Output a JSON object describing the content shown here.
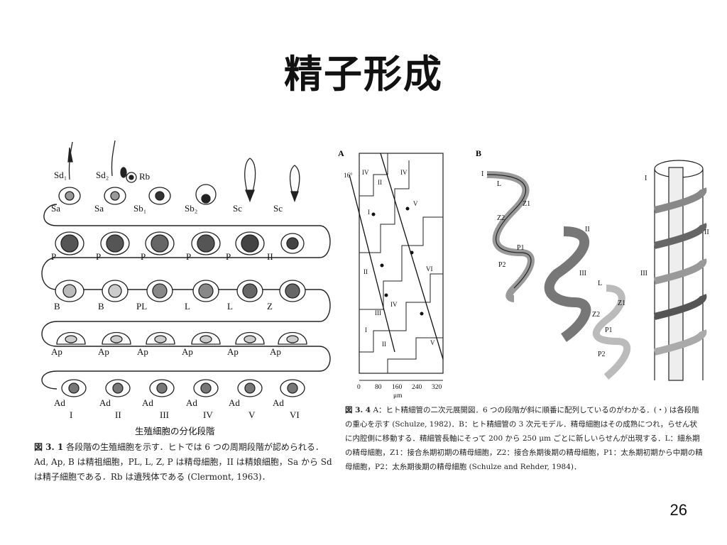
{
  "slide": {
    "title": "精子形成",
    "page_number": "26"
  },
  "fig1": {
    "row1_top": [
      "Sd₁",
      "Sd₂",
      "Rb"
    ],
    "row1": [
      "Sa",
      "Sa",
      "Sb₁",
      "Sb₂",
      "Sc",
      "Sc"
    ],
    "row2": [
      "P",
      "P",
      "P",
      "P",
      "P",
      "II"
    ],
    "row3": [
      "B",
      "B",
      "PL",
      "L",
      "L",
      "Z"
    ],
    "row4": [
      "Ap",
      "Ap",
      "Ap",
      "Ap",
      "Ap",
      "Ap"
    ],
    "row5": [
      "Ad",
      "Ad",
      "Ad",
      "Ad",
      "Ad",
      "Ad"
    ],
    "stages": [
      "I",
      "II",
      "III",
      "IV",
      "V",
      "VI"
    ],
    "subtitle": "生殖細胞の分化段階",
    "caption_label": "図 3. 1",
    "caption": "各段階の生殖細胞を示す．ヒトでは 6 つの周期段階が認められる．Ad, Ap, B は精祖細胞，PL, L, Z, P は精母細胞，II は精娘細胞，Sa から Sd は精子細胞である．Rb は遺残体である (Clermont, 1963)．"
  },
  "fig2": {
    "panel_a": "A",
    "panel_b": "B",
    "angle": "16°",
    "ticks": [
      "0",
      "80",
      "160",
      "240",
      "320"
    ],
    "unit": "μm",
    "stages_a": [
      "IV",
      "II",
      "I",
      "II",
      "III",
      "I",
      "IV",
      "II",
      "V",
      "VI",
      "IV",
      "V"
    ],
    "helix_labels": [
      "I",
      "L",
      "Z1",
      "Z2",
      "P1",
      "P2",
      "II",
      "III",
      "L",
      "Z1",
      "Z2",
      "P1",
      "P2",
      "I",
      "II",
      "III"
    ],
    "caption_label": "図 3. 4",
    "caption": "A：ヒト精細管の二次元展開図．6 つの段階が斜に順番に配列しているのがわかる．(・) は各段階の重心を示す (Schulze, 1982)．B：ヒト精細管の 3 次元モデル．精母細胞はその成熟につれ，らせん状に内腔側に移動する．精細管長軸にそって 200 から 250 μm ごとに新しいらせんが出現する．L：細糸期の精母細胞，Z1：接合糸期初期の精母細胞，Z2：接合糸期後期の精母細胞，P1：太糸期初期から中期の精母細胞，P2：太糸期後期の精母細胞 (Schulze and Rehder, 1984)．"
  }
}
